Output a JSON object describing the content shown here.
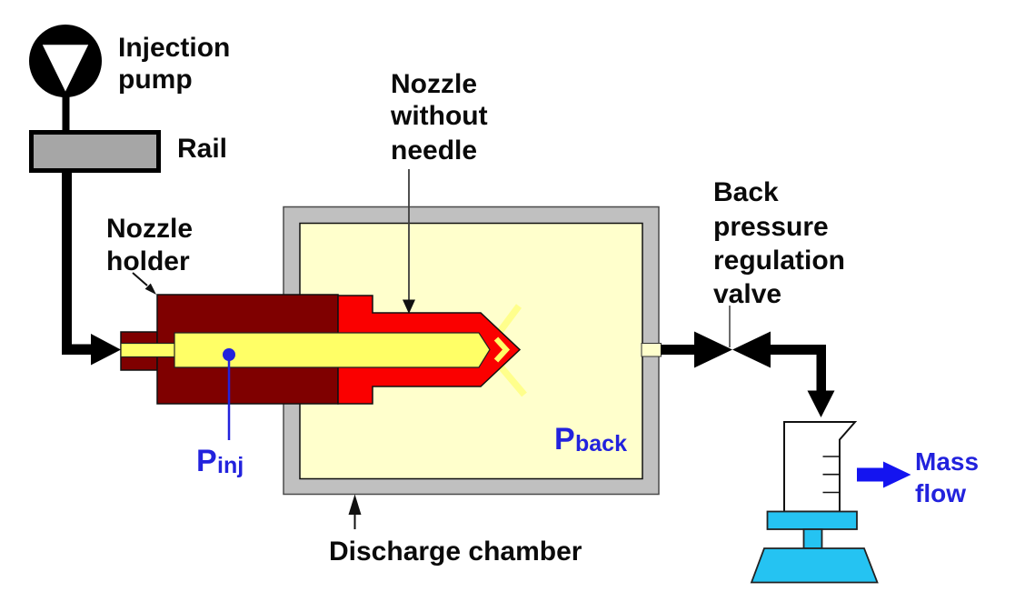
{
  "labels": {
    "injection_pump": {
      "lines": [
        "Injection",
        "pump"
      ]
    },
    "rail": "Rail",
    "nozzle_holder": {
      "lines": [
        "Nozzle",
        "holder"
      ]
    },
    "nozzle_without_needle": {
      "lines": [
        "Nozzle",
        "without",
        "needle"
      ]
    },
    "back_pressure_valve": {
      "lines": [
        "Back",
        "pressure",
        "regulation",
        "valve"
      ]
    },
    "discharge_chamber": "Discharge chamber",
    "mass_flow": {
      "lines": [
        "Mass",
        "flow"
      ]
    },
    "pressure_injection": {
      "base": "P",
      "subscript": "inj"
    },
    "pressure_back": {
      "base": "P",
      "subscript": "back"
    }
  },
  "colors": {
    "holder_maroon": "#7F0000",
    "nozzle_red": "#FA0000",
    "fuel_yellow": "#FFFF66",
    "spray_yellow": "#FFFF8C",
    "chamber_fill": "#FFFFCC",
    "chamber_wall_gray": "#C0C0C0",
    "rail_gray": "#A6A6A6",
    "scale_cyan": "#25C3F2",
    "label_blue": "#2222DD",
    "arrow_blue": "#1414F0",
    "pipe_black": "#000000"
  }
}
